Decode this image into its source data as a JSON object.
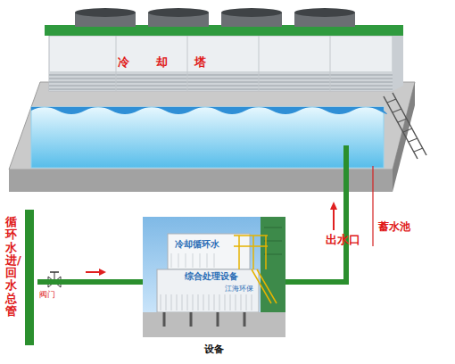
{
  "diagram": {
    "nodes": [
      {
        "text": [
          "冷却塔"
        ]
      },
      {
        "text": [
          "循环水进/回水总管"
        ]
      },
      {
        "text": [
          "冷却循环水",
          "综合处理设备",
          "江海环保",
          "设备"
        ]
      }
    ],
    "edges": [
      {
        "from": 1,
        "to": 2,
        "arrow": "none"
      },
      {
        "from": 2,
        "to": 0,
        "arrow": "none"
      }
    ],
    "labels": [
      "阀门",
      "出水口",
      "蓄水池"
    ]
  }
}
